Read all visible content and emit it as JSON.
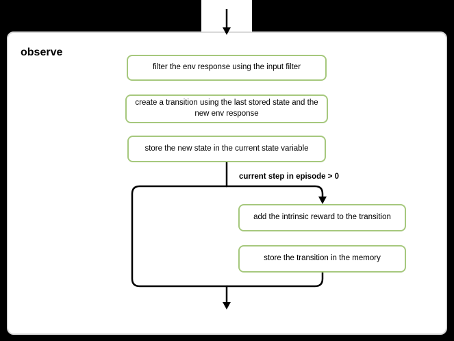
{
  "diagram": {
    "title": "observe",
    "branch_label": "current step in episode > 0",
    "nodes": {
      "filter_env_response": {
        "label": "filter the env response using the input filter"
      },
      "create_transition": {
        "label": "create a transition using the last stored state and the new env response"
      },
      "store_new_state": {
        "label": "store the new state in the current state variable"
      },
      "add_intrinsic_reward": {
        "label": "add the intrinsic reward to the transition"
      },
      "store_transition": {
        "label": "store the transition in the memory"
      }
    },
    "colors": {
      "background": "#000000",
      "panel_background": "#ffffff",
      "panel_border": "#d9d9d9",
      "node_border": "#a6c87d",
      "connector": "#000000"
    }
  }
}
